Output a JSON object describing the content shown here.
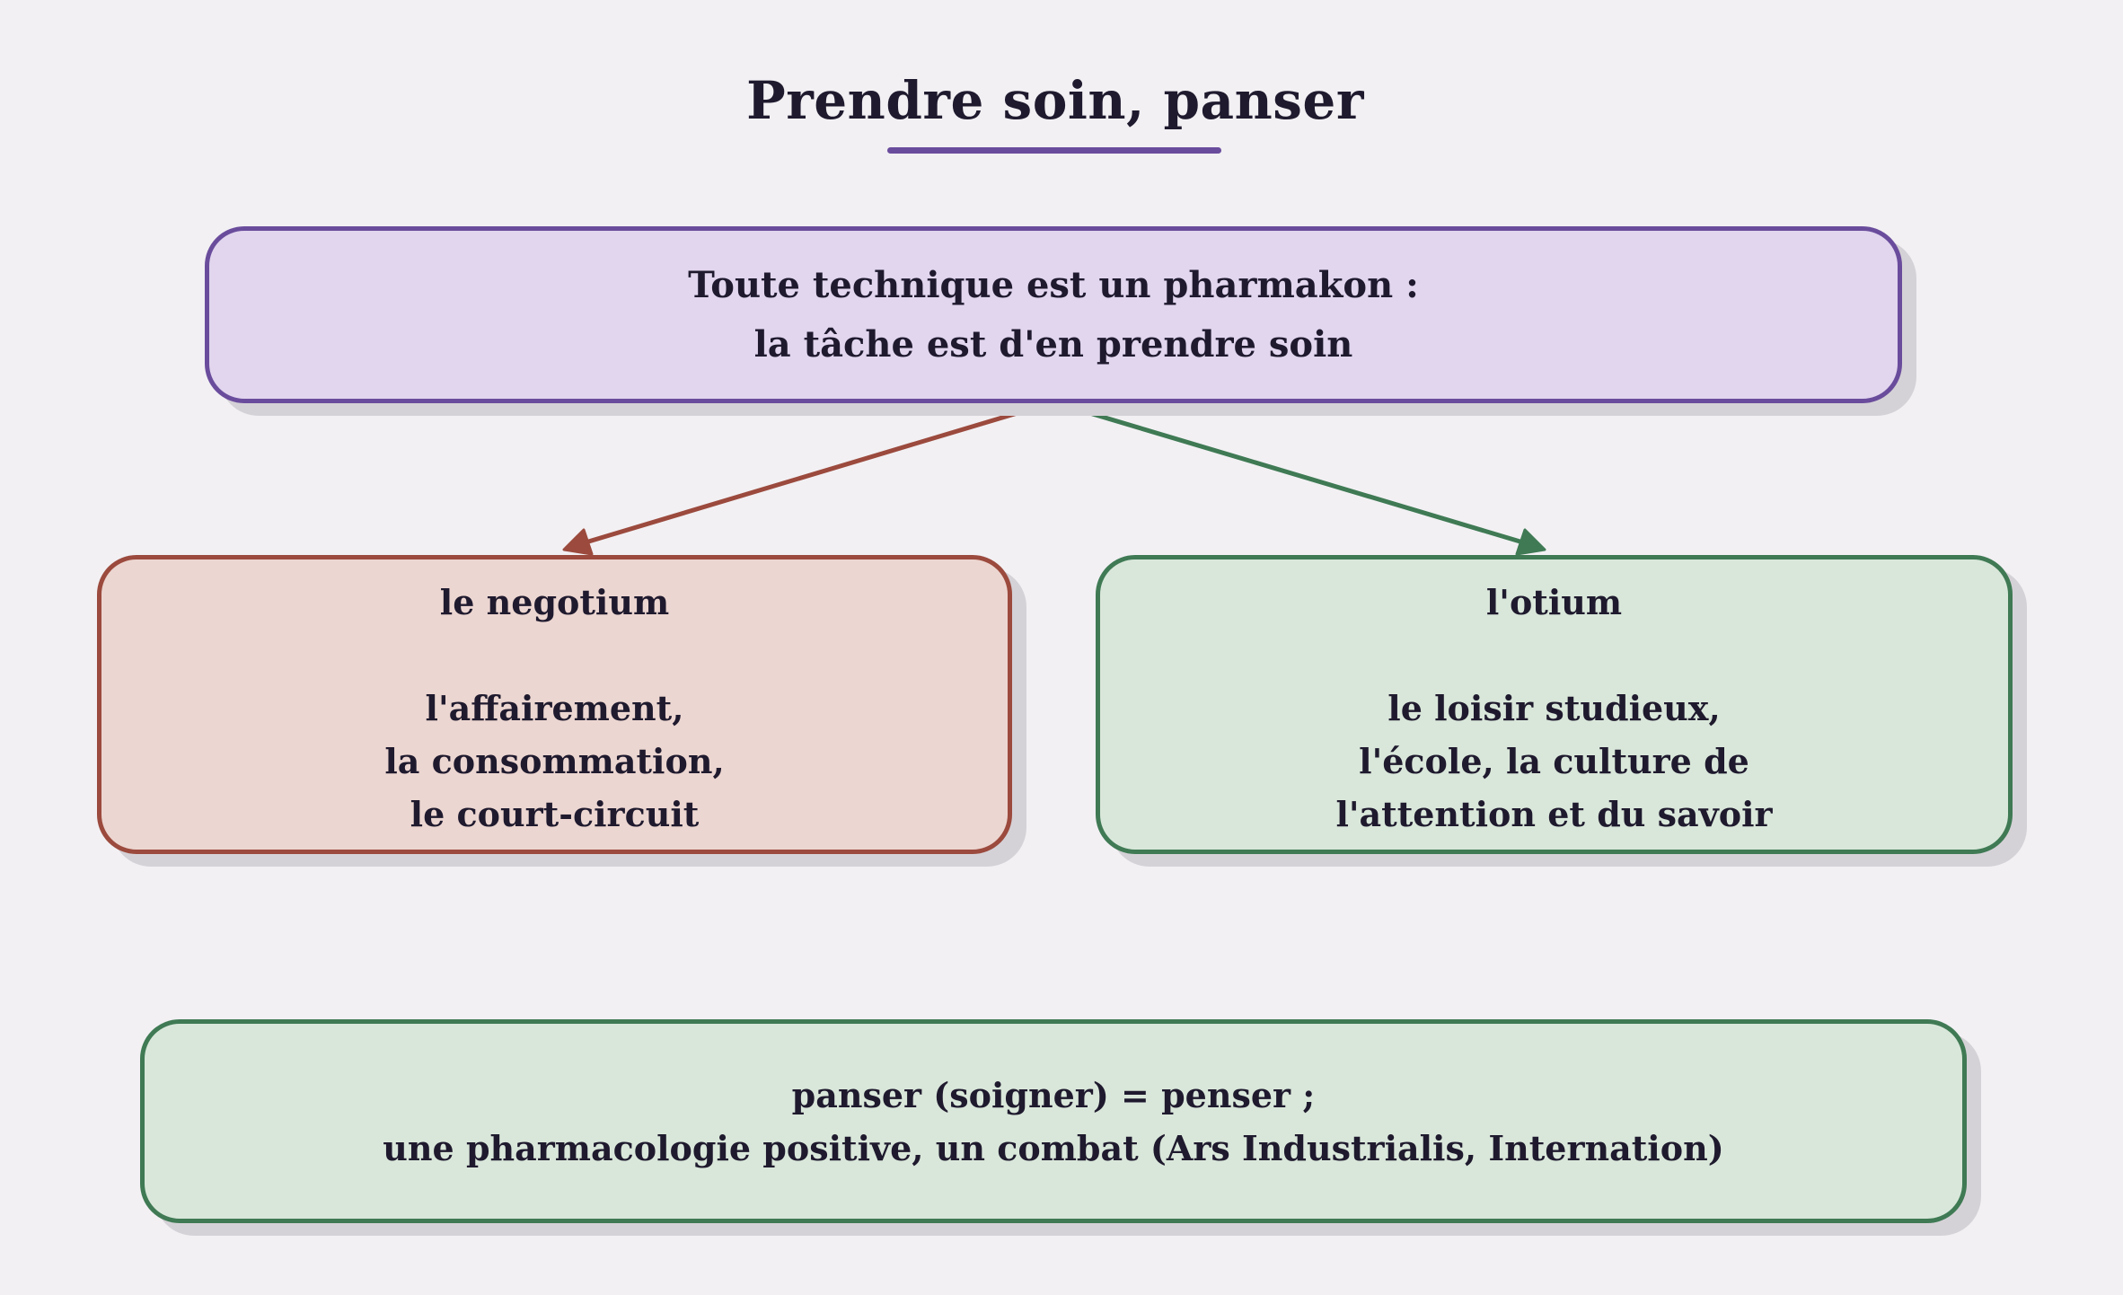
{
  "title": "Prendre soin, panser",
  "colors": {
    "background": "#f2f0f3",
    "purple": "#6a4c9c",
    "red": "#9b4a3d",
    "green": "#3f7a54",
    "purple_fill": "#e1d6ee",
    "red_fill": "#ecd6d1",
    "green_fill": "#d9e7da"
  },
  "top_box": {
    "lines": [
      "Toute technique est un pharmakon :",
      "la tâche est d'en prendre soin"
    ]
  },
  "left_box": {
    "heading": "le negotium",
    "lines": [
      "l'affairement,",
      "la consommation,",
      "le court-circuit"
    ]
  },
  "right_box": {
    "heading": "l'otium",
    "lines": [
      "le loisir studieux,",
      "l'école, la culture de",
      "l'attention et du savoir"
    ]
  },
  "bottom_box": {
    "lines": [
      "panser (soigner) = penser ;",
      "une pharmacologie positive, un combat (Ars Industrialis, Internation)"
    ]
  }
}
